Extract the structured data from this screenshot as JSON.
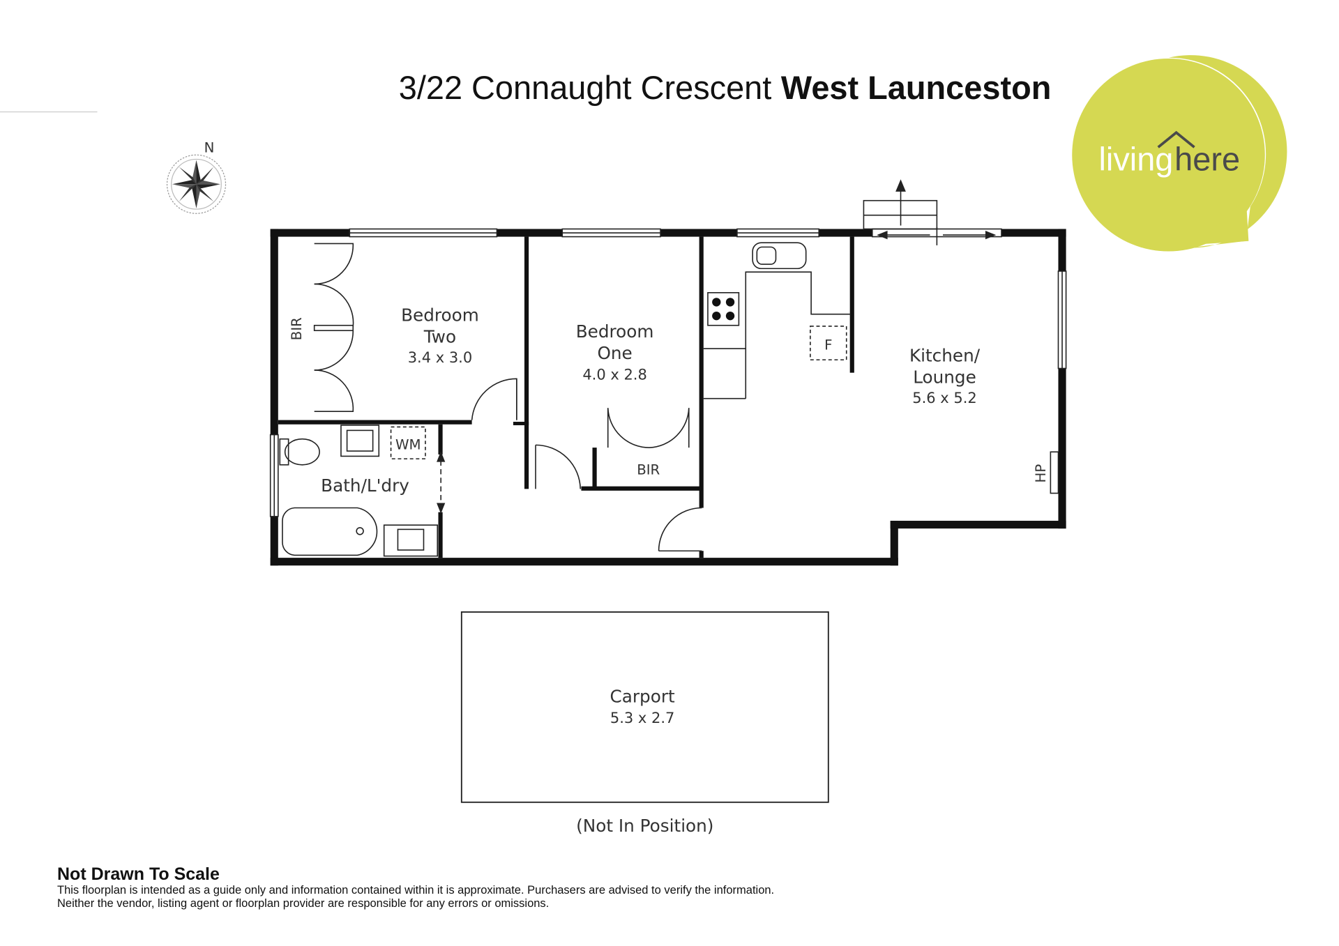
{
  "title": {
    "address": "3/22 Connaught Crescent",
    "suburb": "West Launceston"
  },
  "logo": {
    "part1": "living",
    "part2": "here",
    "color": "#d5d852"
  },
  "compass": {
    "north_label": "N"
  },
  "rooms": {
    "bedroom_two": {
      "name1": "Bedroom",
      "name2": "Two",
      "dim": "3.4 x 3.0"
    },
    "bedroom_one": {
      "name1": "Bedroom",
      "name2": "One",
      "dim": "4.0 x 2.8"
    },
    "kitchen": {
      "name1": "Kitchen/",
      "name2": "Lounge",
      "dim": "5.6 x 5.2"
    },
    "bath": {
      "name": "Bath/L'dry"
    },
    "carport": {
      "name": "Carport",
      "dim": "5.3 x 2.7",
      "note": "(Not In Position)"
    }
  },
  "fixtures": {
    "bir1": "BIR",
    "bir2": "BIR",
    "wm": "WM",
    "fridge": "F",
    "hp": "HP"
  },
  "disclaimer": {
    "heading": "Not Drawn To Scale",
    "text": "This floorplan is intended as a guide only and information contained within it is approximate. Purchasers are advised to verify the information. Neither the vendor, listing agent or floorplan provider are responsible for any errors or omissions."
  }
}
